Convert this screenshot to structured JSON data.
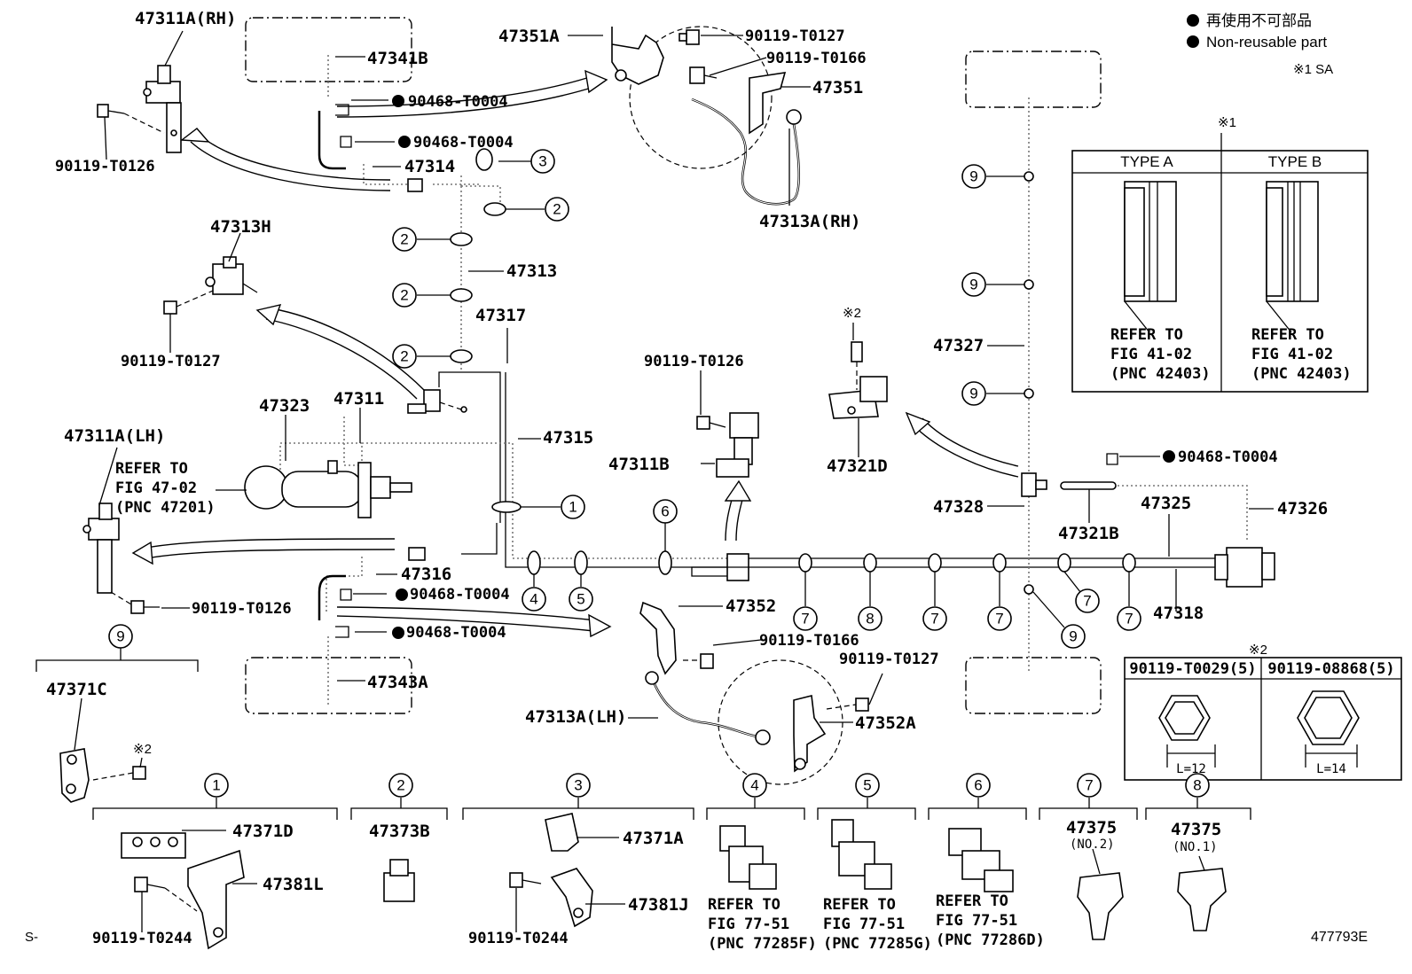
{
  "legend": {
    "jp": "再使用不可部品",
    "en": "Non-reusable part",
    "note1": "※1 SA",
    "note1_mark": "※1",
    "note2_mark": "※2"
  },
  "type_table": {
    "col_a": "TYPE A",
    "col_b": "TYPE B",
    "refer_a": [
      "REFER TO",
      "FIG 41-02",
      "(PNC 42403)"
    ],
    "refer_b": [
      "REFER TO",
      "FIG 41-02",
      "(PNC 42403)"
    ]
  },
  "bolt_table": {
    "col_a": "90119-T0029(5)",
    "col_b": "90119-08868(5)",
    "len_a": "L=12",
    "len_b": "L=14"
  },
  "labels": {
    "p47311A_RH": "47311A(RH)",
    "p47341B": "47341B",
    "p90468_1": "90468-T0004",
    "p90468_2": "90468-T0004",
    "p47314": "47314",
    "p90119_T0126_a": "90119-T0126",
    "p47313H": "47313H",
    "p90119_T0127_a": "90119-T0127",
    "p47313": "47313",
    "p47317": "47317",
    "p47323": "47323",
    "p47311": "47311",
    "p47315": "47315",
    "p47311A_LH": "47311A(LH)",
    "refer_mc": [
      "REFER TO",
      "FIG 47-02",
      "(PNC 47201)"
    ],
    "p47316": "47316",
    "p90468_3": "90468-T0004",
    "p90468_4": "90468-T0004",
    "p90119_T0126_b": "90119-T0126",
    "p47343A": "47343A",
    "p47371C": "47371C",
    "p47351A": "47351A",
    "p90119_T0127_b": "90119-T0127",
    "p90119_T0166_a": "90119-T0166",
    "p47351": "47351",
    "p47313A_RH": "47313A(RH)",
    "p90119_T0126_c": "90119-T0126",
    "p47311B": "47311B",
    "p47352": "47352",
    "p90119_T0166_b": "90119-T0166",
    "p90119_T0127_c": "90119-T0127",
    "p47313A_LH": "47313A(LH)",
    "p47352A": "47352A",
    "p47321D": "47321D",
    "p47327": "47327",
    "p47328": "47328",
    "p47321B": "47321B",
    "p90468_5": "90468-T0004",
    "p47326": "47326",
    "p47325": "47325",
    "p47318": "47318",
    "p47371D": "47371D",
    "p47381L": "47381L",
    "p90119_T0244_a": "90119-T0244",
    "p47373B": "47373B",
    "p47371A": "47371A",
    "p47381J": "47381J",
    "p90119_T0244_b": "90119-T0244",
    "p47375_2": "47375",
    "p47375_2_sub": "(NO.2)",
    "p47375_1": "47375",
    "p47375_1_sub": "(NO.1)",
    "refer_4": [
      "REFER TO",
      "FIG 77-51",
      "(PNC 77285F)"
    ],
    "refer_5": [
      "REFER TO",
      "FIG 77-51",
      "(PNC 77285G)"
    ],
    "refer_6": [
      "REFER TO",
      "FIG 77-51",
      "(PNC 77286D)"
    ]
  },
  "callouts": {
    "n1": "1",
    "n2": "2",
    "n3": "3",
    "n4": "4",
    "n5": "5",
    "n6": "6",
    "n7": "7",
    "n8": "8",
    "n9": "9"
  },
  "footer": {
    "left": "S-",
    "right": "477793E"
  }
}
